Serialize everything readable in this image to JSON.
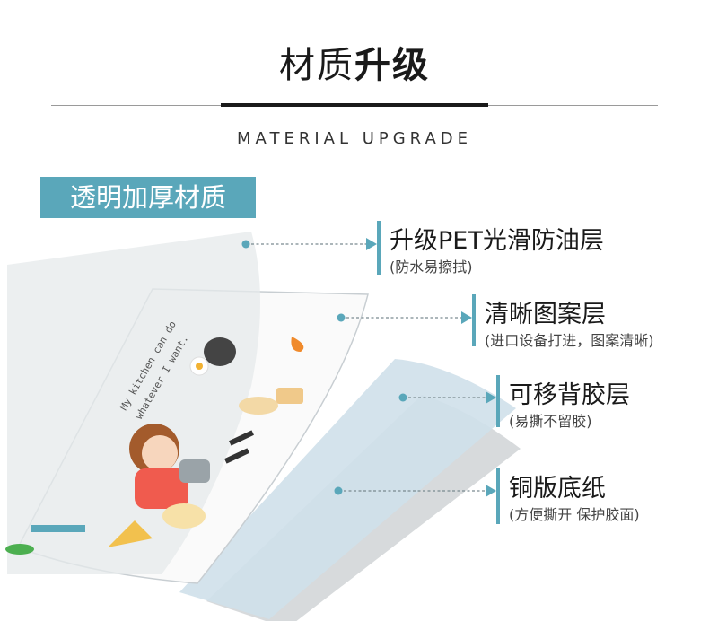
{
  "header": {
    "title_light": "材质",
    "title_bold": "升级",
    "subtitle": "MATERIAL UPGRADE"
  },
  "badge": {
    "text": "透明加厚材质"
  },
  "layers": [
    {
      "main": "升级PET光滑防油层",
      "sub": "(防水易擦拭)"
    },
    {
      "main": "清晰图案层",
      "sub": "(进口设备打进，图案清晰)"
    },
    {
      "main": "可移背胶层",
      "sub": "(易撕不留胶)"
    },
    {
      "main": "铜版底纸",
      "sub": "(方便撕开  保护胶面)"
    }
  ],
  "illustration": {
    "text": "My kitchen can do whatever I want."
  },
  "colors": {
    "accent": "#5aa7ba",
    "sheet": "#eef0f1",
    "rule": "#1a1a1a"
  }
}
